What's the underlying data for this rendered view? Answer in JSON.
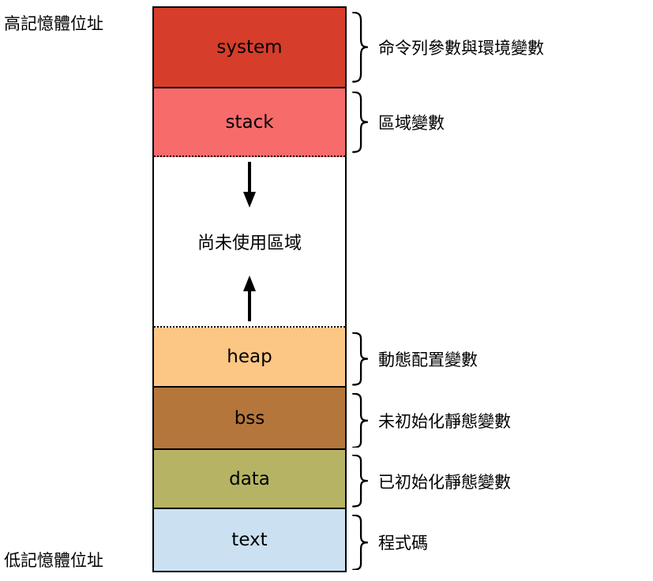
{
  "address_labels": {
    "high": "高記憶體位址",
    "low": "低記憶體位址"
  },
  "colors": {
    "border": "#000000",
    "background": "#ffffff"
  },
  "segments": [
    {
      "id": "system",
      "label": "system",
      "color": "#d63d2b",
      "annotation": "命令列參數與環境變數"
    },
    {
      "id": "stack",
      "label": "stack",
      "color": "#f86b6b",
      "annotation": "區域變數"
    },
    {
      "id": "unused",
      "label": "尚未使用區域",
      "color": "#ffffff",
      "annotation": ""
    },
    {
      "id": "heap",
      "label": "heap",
      "color": "#fcc685",
      "annotation": "動態配置變數"
    },
    {
      "id": "bss",
      "label": "bss",
      "color": "#b5763c",
      "annotation": "未初始化靜態變數"
    },
    {
      "id": "data",
      "label": "data",
      "color": "#b6b464",
      "annotation": "已初始化靜態變數"
    },
    {
      "id": "text",
      "label": "text",
      "color": "#cbe1f1",
      "annotation": "程式碼"
    }
  ]
}
